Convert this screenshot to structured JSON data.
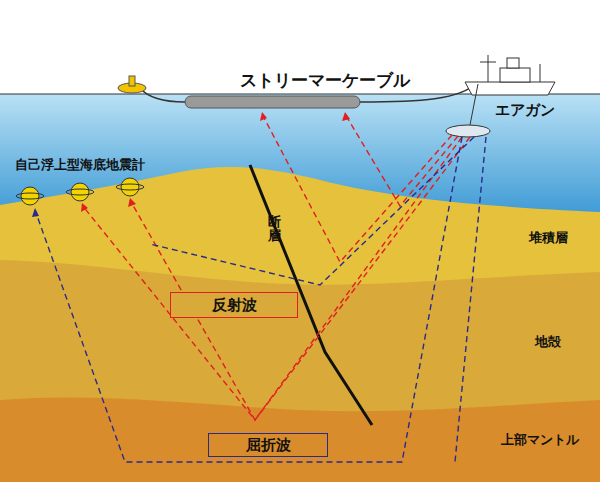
{
  "diagram": {
    "nodes": [
      {
        "text": [
          "反射波"
        ]
      },
      {
        "text": [
          "屈折波"
        ]
      }
    ],
    "labels": [
      "ストリーマーケーブル",
      "エアガン",
      "自己浮上型海底地震計",
      "断層",
      "堆積層",
      "地殻",
      "上部マントル"
    ]
  }
}
